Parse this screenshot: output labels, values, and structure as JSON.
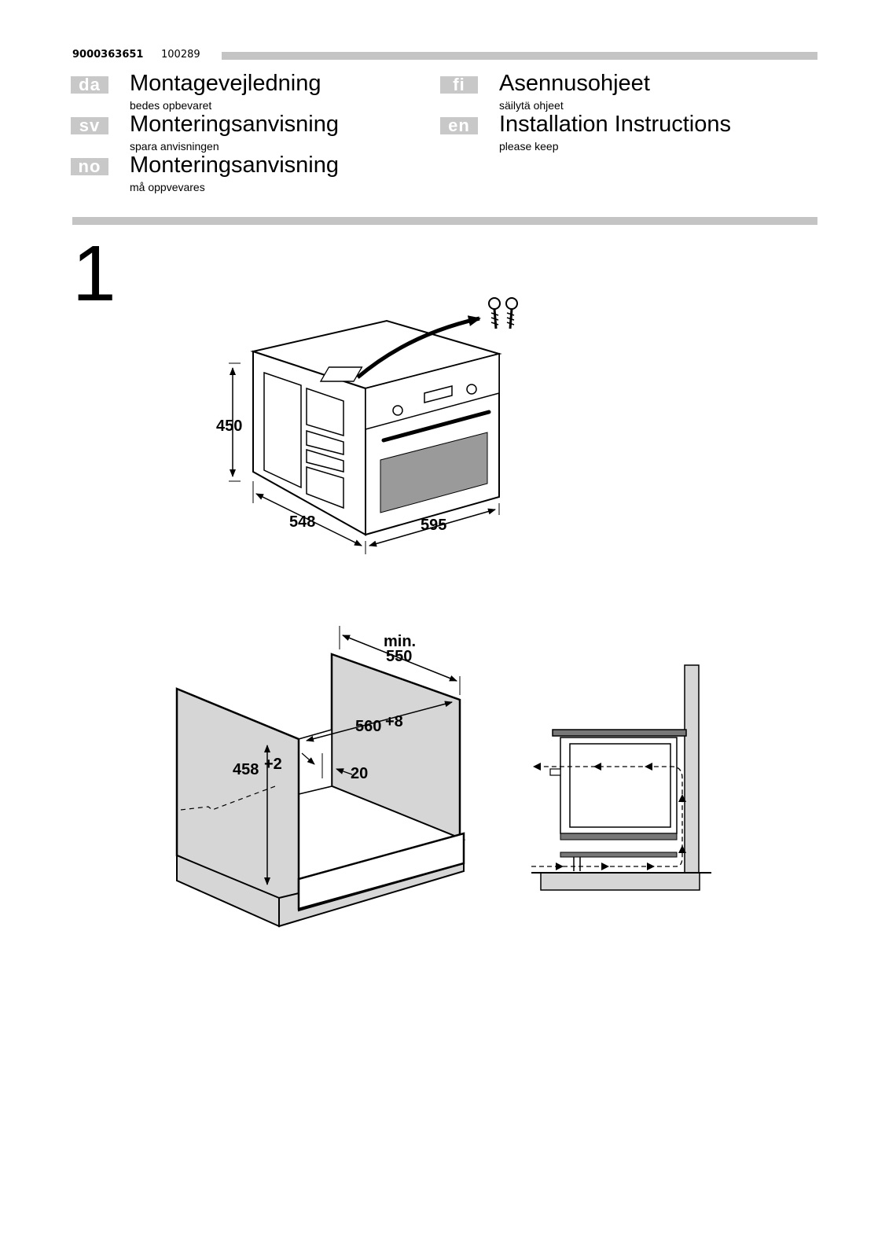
{
  "header": {
    "doc_number": "9000363651",
    "date_code": "100289"
  },
  "languages": [
    {
      "code": "da",
      "title": "Montagevejledning",
      "subtitle": "bedes opbevaret"
    },
    {
      "code": "sv",
      "title": "Monteringsanvisning",
      "subtitle": "spara anvisningen"
    },
    {
      "code": "no",
      "title": "Monteringsanvisning",
      "subtitle": "må oppvevares"
    },
    {
      "code": "fi",
      "title": "Asennusohjeet",
      "subtitle": "säilytä ohjeet"
    },
    {
      "code": "en",
      "title": "Installation Instructions",
      "subtitle": "please keep"
    }
  ],
  "step": {
    "number": "1"
  },
  "oven_figure": {
    "height_label": "450",
    "depth_label": "548",
    "width_label": "595"
  },
  "cabinet_figure": {
    "min_label": "min.",
    "depth_label": "550",
    "width_label": "560",
    "width_tolerance": "+8",
    "height_label": "458",
    "height_tolerance": "+2",
    "gap_label": "20"
  },
  "colors": {
    "rule_gray": "#c4c4c4",
    "panel_gray": "#d6d6d6",
    "window_gray": "#9a9a9a"
  }
}
